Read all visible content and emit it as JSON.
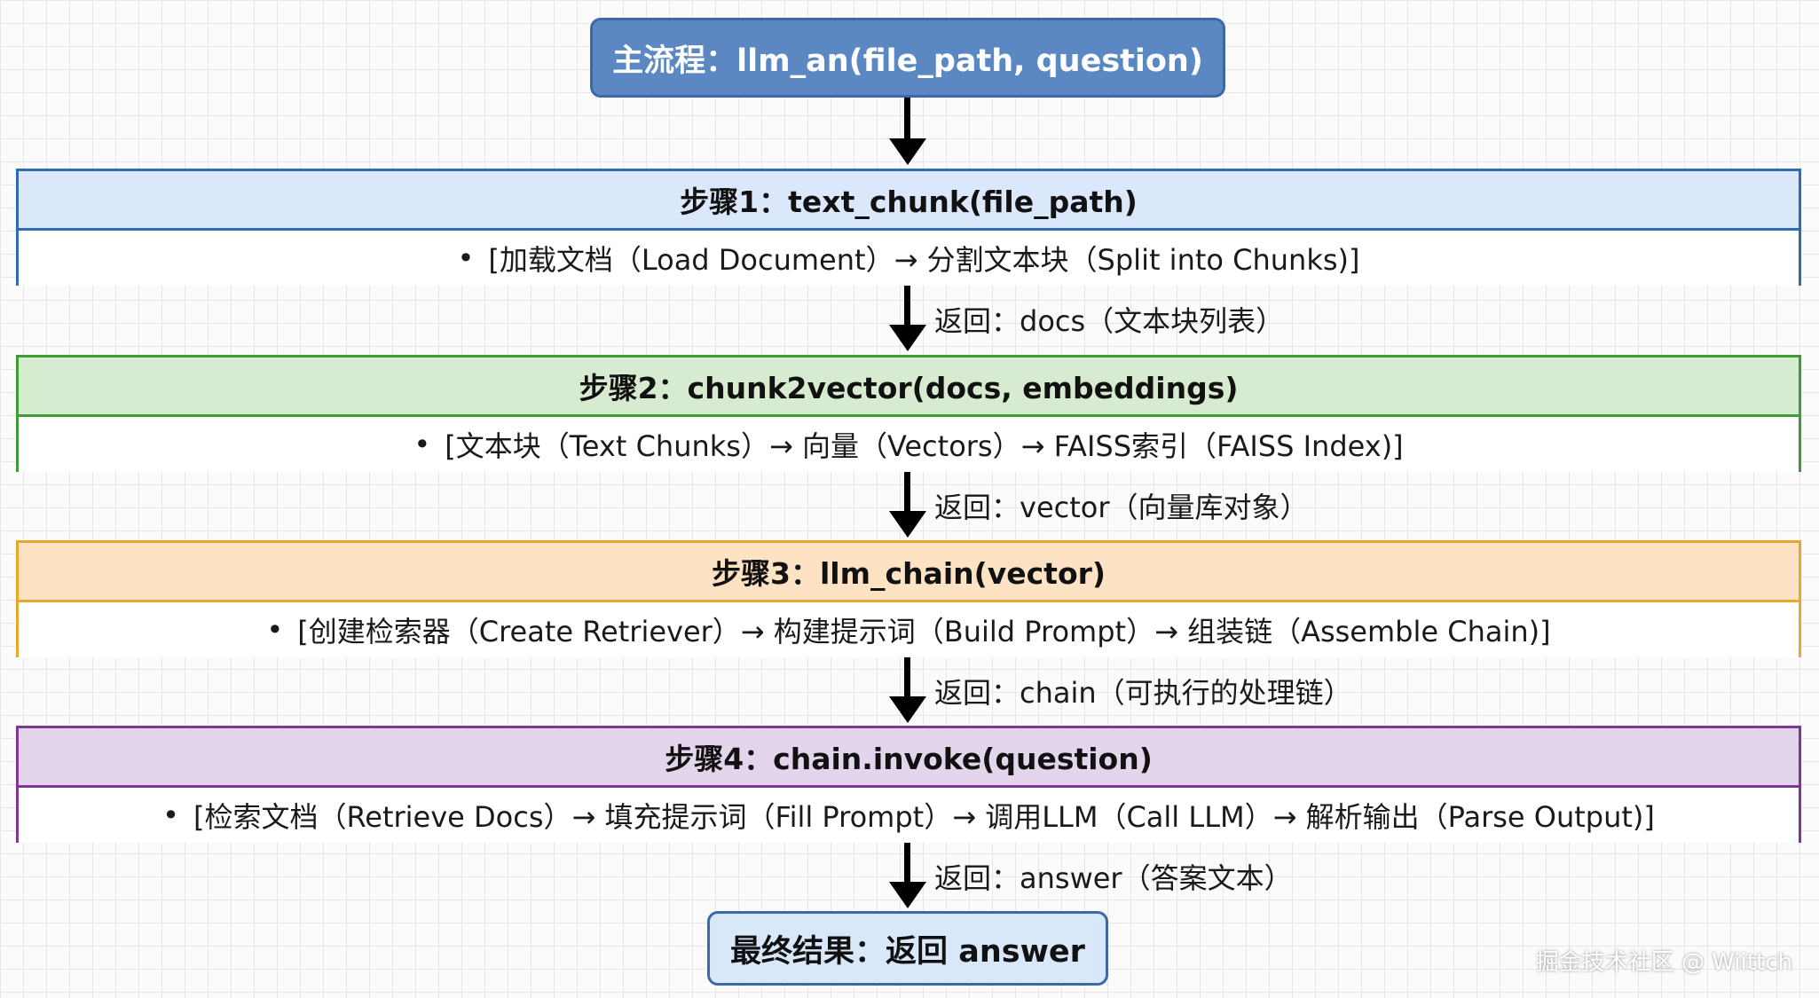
{
  "main_title": "主流程：llm_an(file_path, question)",
  "steps": [
    {
      "title": "步骤1：text_chunk(file_path)",
      "detail": "[加载文档（Load Document）→ 分割文本块（Split into Chunks)]",
      "header_color": "#dbe8fb",
      "border_color": "#2f6bb5",
      "return_label": "返回：docs（文本块列表）"
    },
    {
      "title": "步骤2：chunk2vector(docs, embeddings)",
      "detail": "[文本块（Text Chunks）→ 向量（Vectors）→ FAISS索引（FAISS Index)]",
      "header_color": "#d6ebcf",
      "border_color": "#3f9a3a",
      "return_label": "返回：vector（向量库对象）"
    },
    {
      "title": "步骤3：llm_chain(vector)",
      "detail": "[创建检索器（Create Retriever）→ 构建提示词（Build Prompt）→ 组装链（Assemble Chain)]",
      "header_color": "#fde3c4",
      "border_color": "#e9a82d",
      "return_label": "返回：chain（可执行的处理链）"
    },
    {
      "title": "步骤4：chain.invoke(question)",
      "detail": "[检索文档（Retrieve Docs）→ 填充提示词（Fill Prompt）→ 调用LLM（Call LLM）→ 解析输出（Parse Output)]",
      "header_color": "#e2d5ec",
      "border_color": "#7b3a8f",
      "return_label": "返回：answer（答案文本）"
    }
  ],
  "final_result": "最终结果：返回 answer",
  "watermark": "掘金技术社区 @ Wiittch"
}
